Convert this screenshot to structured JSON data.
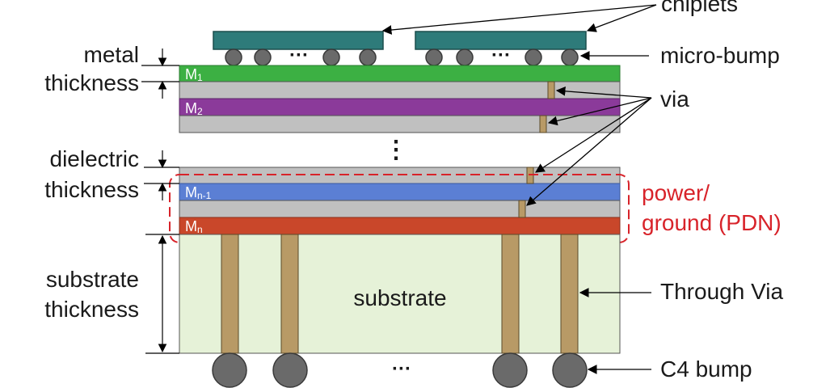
{
  "labels": {
    "chiplets": "chiplets",
    "micro_bump": "micro-bump",
    "via": "via",
    "metal_thickness_1": "metal",
    "metal_thickness_2": "thickness",
    "dielectric_thickness_1": "dielectric",
    "dielectric_thickness_2": "thickness",
    "substrate_thickness_1": "substrate",
    "substrate_thickness_2": "thickness",
    "pdn_1": "power/",
    "pdn_2": "ground (PDN)",
    "substrate": "substrate",
    "through_via": "Through Via",
    "c4_bump": "C4 bump",
    "ellipsis": "···",
    "vertical_ellipsis": "⋮"
  },
  "layers": {
    "m1": {
      "main": "M",
      "sub": "1"
    },
    "m2": {
      "main": "M",
      "sub": "2"
    },
    "mn1": {
      "main": "M",
      "sub": "n-1"
    },
    "mn": {
      "main": "M",
      "sub": "n"
    }
  },
  "colors": {
    "chiplet": "#2e7b7a",
    "m1": "#3cb043",
    "m2": "#8b3a9a",
    "mn1": "#5b7fd4",
    "mn": "#c9472a",
    "dielectric": "#c0c0c0",
    "substrate": "#e6f2d8",
    "via": "#b89a66",
    "bump": "#6a6a6a",
    "pdn_box": "#d8232a"
  }
}
